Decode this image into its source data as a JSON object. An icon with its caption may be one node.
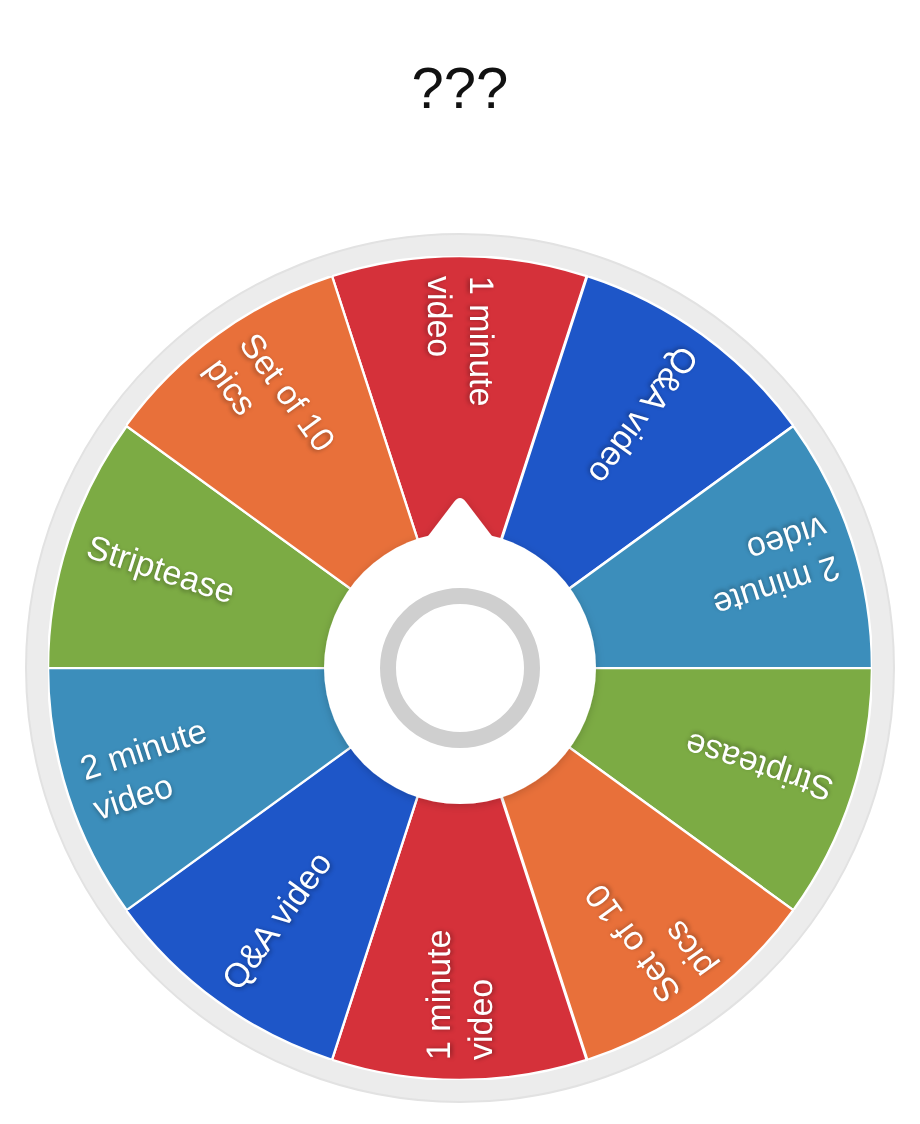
{
  "diagram": {
    "title": "???",
    "nodes": [
      {
        "text": [
          "1 minute video"
        ]
      },
      {
        "text": [
          "Q&A video"
        ]
      },
      {
        "text": [
          "2 minute video"
        ]
      },
      {
        "text": [
          "Striptease"
        ]
      },
      {
        "text": [
          "Set of 10 pics"
        ]
      },
      {
        "text": [
          "1 minute video"
        ]
      },
      {
        "text": [
          "Q&A video"
        ]
      },
      {
        "text": [
          "2 minute video"
        ]
      },
      {
        "text": [
          "Striptease"
        ]
      },
      {
        "text": [
          "Set of 10 pics"
        ]
      }
    ]
  }
}
